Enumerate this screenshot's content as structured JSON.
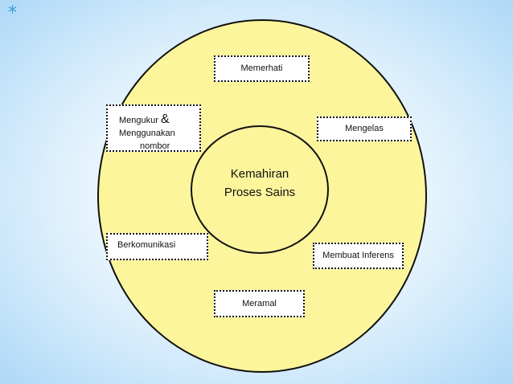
{
  "decoration": {
    "glyph": "*"
  },
  "center": {
    "line1": "Kemahiran",
    "line2": "Proses Sains"
  },
  "skills": {
    "memerhati": "Memerhati",
    "mengelas": "Mengelas",
    "mengukur_line1": "Mengukur",
    "mengukur_amp": "&",
    "mengukur_line2": "Menggunakan",
    "mengukur_line3": "nombor",
    "berkomunikasi": "Berkomunikasi",
    "membuat_inferens": "Membuat Inferens",
    "meramal": "Meramal"
  },
  "colors": {
    "fill": "#fdf59c",
    "stroke": "#111111",
    "accent": "#3d9ad4"
  }
}
